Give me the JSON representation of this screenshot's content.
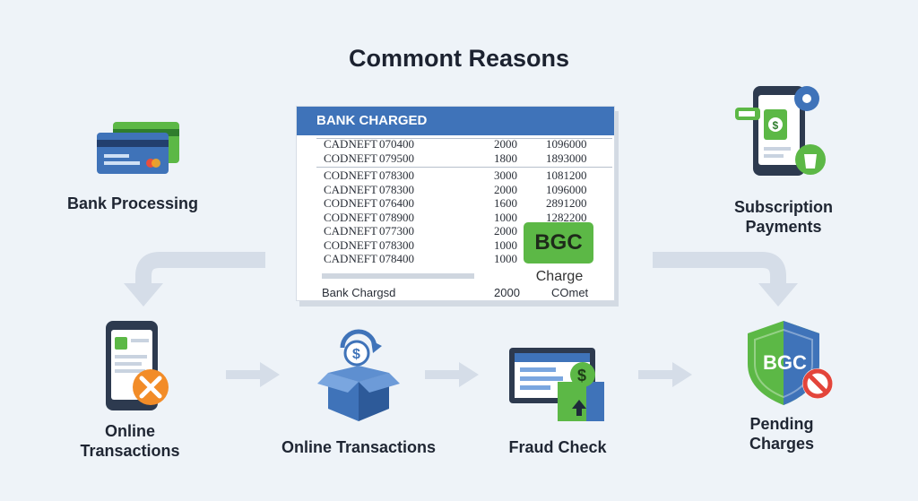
{
  "title": "Commont Reasons",
  "statement": {
    "header": "BANK CHARGED",
    "rows": [
      [
        "CADNEFT",
        "070400",
        "2000",
        "1096000"
      ],
      [
        "CODNEFT",
        "079500",
        "1800",
        "1893000"
      ],
      [
        "CODNEFT",
        "078300",
        "3000",
        "1081200"
      ],
      [
        "CADNEFT",
        "078300",
        "2000",
        "1096000"
      ],
      [
        "CODNEFT",
        "076400",
        "1600",
        "2891200"
      ],
      [
        "CODNEFT",
        "078900",
        "1000",
        "1282200"
      ],
      [
        "CADNEFT",
        "077300",
        "2000",
        ""
      ],
      [
        "CODNEFT",
        "078300",
        "1000",
        ""
      ],
      [
        "CADNEFT",
        "078400",
        "1000",
        ""
      ]
    ],
    "badge": "BGC",
    "charge_label": "Charge",
    "footer_label": "Bank Chargsd",
    "footer_amount": "2000",
    "footer_note": "COmet"
  },
  "nodes": {
    "bank_processing": "Bank Processing",
    "subscription": [
      "Subscription",
      "Payments"
    ],
    "online_left": [
      "Online",
      "Transactions"
    ],
    "online_center": "Online Transactions",
    "fraud_check": "Fraud Check",
    "pending": [
      "Pending",
      "Charges"
    ],
    "shield_text": "BGC"
  },
  "colors": {
    "accent_blue": "#3f73b9",
    "accent_green": "#5cb846",
    "arrow": "#d5dde8",
    "background": "#eef3f8"
  }
}
